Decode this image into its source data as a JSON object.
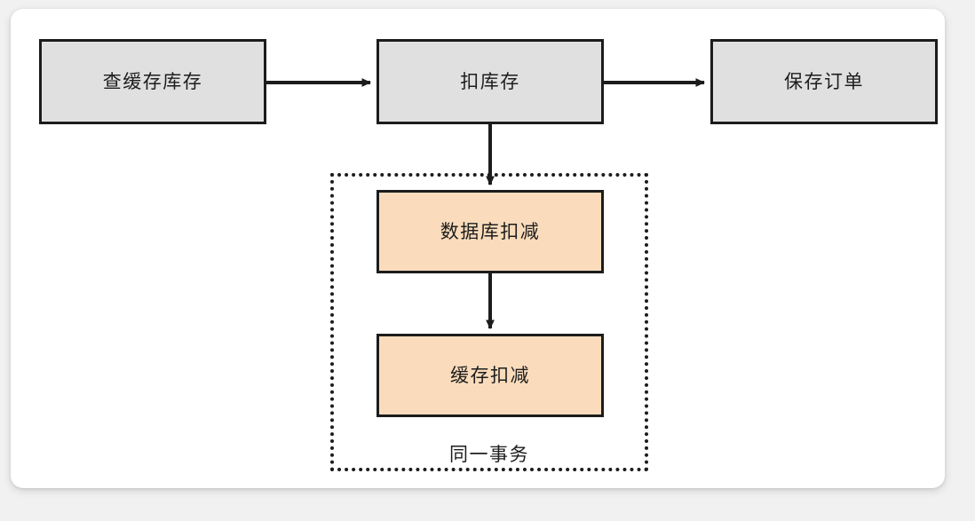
{
  "diagram": {
    "type": "flowchart",
    "title": "",
    "background_color": "#f1f1f1",
    "card_color": "#ffffff",
    "nodes": [
      {
        "id": "check-cache-stock",
        "label": "查缓存库存",
        "fill": "#e0e0e0",
        "border": "#1c1c1c"
      },
      {
        "id": "deduct-stock",
        "label": "扣库存",
        "fill": "#e0e0e0",
        "border": "#1c1c1c"
      },
      {
        "id": "save-order",
        "label": "保存订单",
        "fill": "#e0e0e0",
        "border": "#1c1c1c"
      },
      {
        "id": "db-deduct",
        "label": "数据库扣减",
        "fill": "#fadcbc",
        "border": "#1c1c1c"
      },
      {
        "id": "cache-deduct",
        "label": "缓存扣减",
        "fill": "#fadcbc",
        "border": "#1c1c1c"
      }
    ],
    "group": {
      "id": "transaction-group",
      "label": "同一事务",
      "style": "dotted",
      "border": "#1c1c1c",
      "contains": [
        "db-deduct",
        "cache-deduct"
      ]
    },
    "edges": [
      {
        "from": "check-cache-stock",
        "to": "deduct-stock",
        "direction": "right",
        "label": ""
      },
      {
        "from": "deduct-stock",
        "to": "save-order",
        "direction": "right",
        "label": ""
      },
      {
        "from": "deduct-stock",
        "to": "db-deduct",
        "direction": "down",
        "label": ""
      },
      {
        "from": "db-deduct",
        "to": "cache-deduct",
        "direction": "down",
        "label": ""
      }
    ]
  }
}
